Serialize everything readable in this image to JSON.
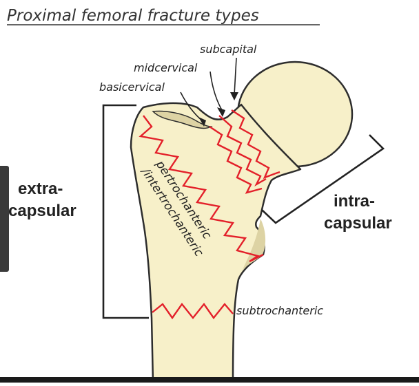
{
  "title": "Proximal femoral fracture types",
  "labels": {
    "subcapital": "subcapital",
    "midcervical": "midcervical",
    "basicervical": "basicervical",
    "pertro_line1": "pertrochanteric",
    "pertro_line2": "/intertrochanteric",
    "subtrochanteric": "subtrochanteric",
    "extra_line1": "extra-",
    "extra_line2": "capsular",
    "intra_line1": "intra-",
    "intra_line2": "capsular"
  },
  "colors": {
    "bone_fill": "#f7f0c9",
    "bone_outline": "#2d2d2d",
    "bone_shadow": "#ddd3a4",
    "fracture_line": "#e3202a",
    "text": "#222222",
    "bracket": "#222222"
  }
}
